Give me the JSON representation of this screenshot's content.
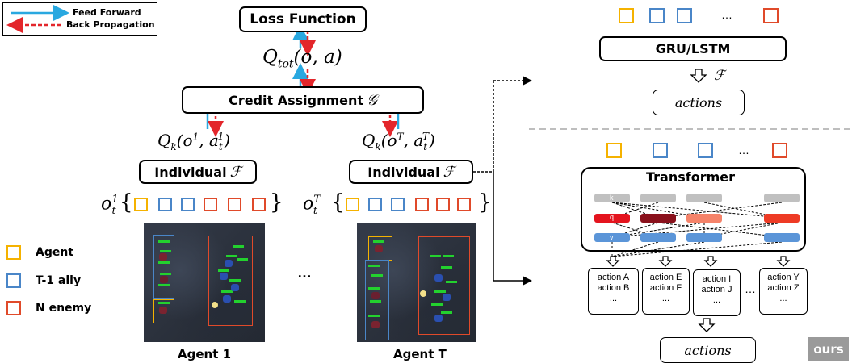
{
  "legend_top": {
    "feed_forward": "Feed Forward",
    "back_propagation": "Back Propagation"
  },
  "left": {
    "loss_function": "Loss Function",
    "q_tot": "Q",
    "q_tot_sub": "tot",
    "q_tot_args": "(o, a)",
    "credit_assignment": "Credit Assignment",
    "credit_symbol": "𝒢",
    "q1": "Q",
    "q1_sub": "k",
    "q1_args": "(o",
    "q1_sup1": "1",
    "q1_mid": ", a",
    "q1_sub2": "t",
    "q1_sup2": "1",
    "q1_end": ")",
    "qT_args": "(o",
    "qT_sup1": "T",
    "qT_sup2": "T",
    "individual": "Individual",
    "individual_symbol": "ℱ",
    "o1_base": "o",
    "o1_sup": "1",
    "o1_sub": "t",
    "oT_sup": "T",
    "ellipsis": "…",
    "agent1": "Agent 1",
    "agentT": "Agent T"
  },
  "legend_left": {
    "agent": "Agent",
    "ally": "T-1 ally",
    "enemy": "N enemy"
  },
  "right_top": {
    "ellipsis": "…",
    "gru_lstm": "GRU/LSTM",
    "f_symbol": "ℱ",
    "actions": "actions"
  },
  "right_bottom": {
    "ellipsis": "…",
    "transformer": "Transformer",
    "row_k": "k",
    "row_q": "q",
    "row_v": "v",
    "action_groups": [
      {
        "l1": "action A",
        "l2": "action B",
        "l3": "..."
      },
      {
        "l1": "action E",
        "l2": "action F",
        "l3": "..."
      },
      {
        "l1": "action I",
        "l2": "action J",
        "l3": "..."
      },
      {
        "l1": "action Y",
        "l2": "action Z",
        "l3": "..."
      }
    ],
    "between_ellipsis": "…",
    "actions": "actions",
    "ours": "ours"
  },
  "colors": {
    "agent": "#f5b200",
    "ally": "#4a86c8",
    "enemy": "#e04a2a",
    "feed_forward": "#29a8e0",
    "back_propagation": "#e3262b",
    "key_gray": "#c0c0c0",
    "value_blue": "#5b95d8"
  }
}
